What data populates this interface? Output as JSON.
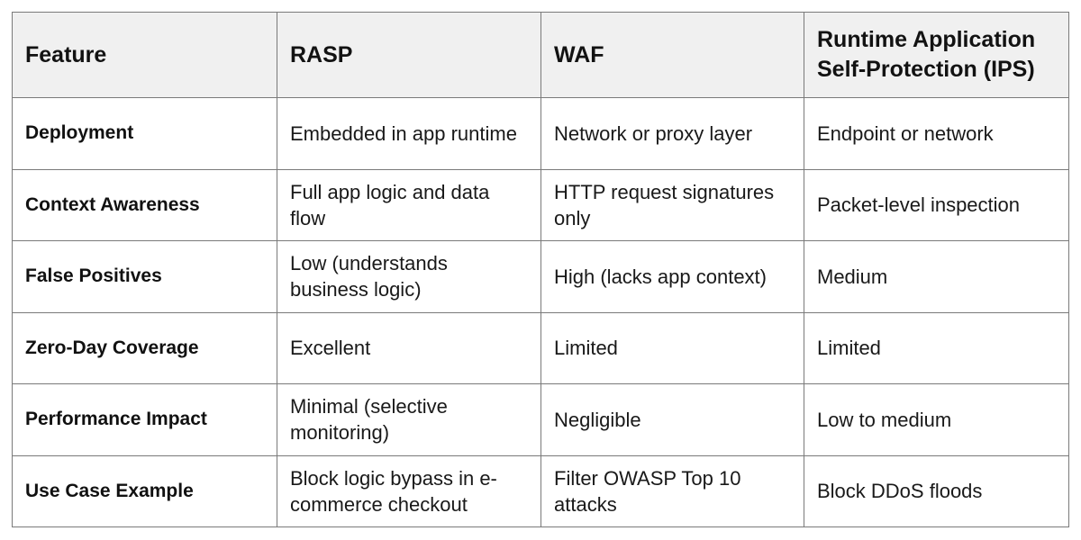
{
  "table": {
    "columns": [
      {
        "key": "feature",
        "label": "Feature"
      },
      {
        "key": "rasp",
        "label": "RASP"
      },
      {
        "key": "waf",
        "label": "WAF"
      },
      {
        "key": "ips",
        "label": "Runtime Application Self-Protection (IPS)"
      }
    ],
    "rows": [
      {
        "feature": "Deployment",
        "rasp": "Embedded in app runtime",
        "waf": "Network or proxy layer",
        "ips": "Endpoint or network"
      },
      {
        "feature": "Context Awareness",
        "rasp": "Full app logic and data flow",
        "waf": "HTTP request signatures only",
        "ips": "Packet-level inspection"
      },
      {
        "feature": "False Positives",
        "rasp": "Low (understands business logic)",
        "waf": "High (lacks app context)",
        "ips": "Medium"
      },
      {
        "feature": "Zero-Day Coverage",
        "rasp": "Excellent",
        "waf": "Limited",
        "ips": "Limited"
      },
      {
        "feature": "Performance Impact",
        "rasp": "Minimal (selective monitoring)",
        "waf": "Negligible",
        "ips": "Low to medium"
      },
      {
        "feature": "Use Case Example",
        "rasp": "Block logic bypass in e-commerce checkout",
        "waf": "Filter OWASP Top 10 attacks",
        "ips": "Block DDoS floods"
      }
    ]
  },
  "style": {
    "header_background": "#f0f0f0",
    "border_color": "#7a7a7a",
    "text_color": "#191919",
    "page_background": "#ffffff"
  }
}
